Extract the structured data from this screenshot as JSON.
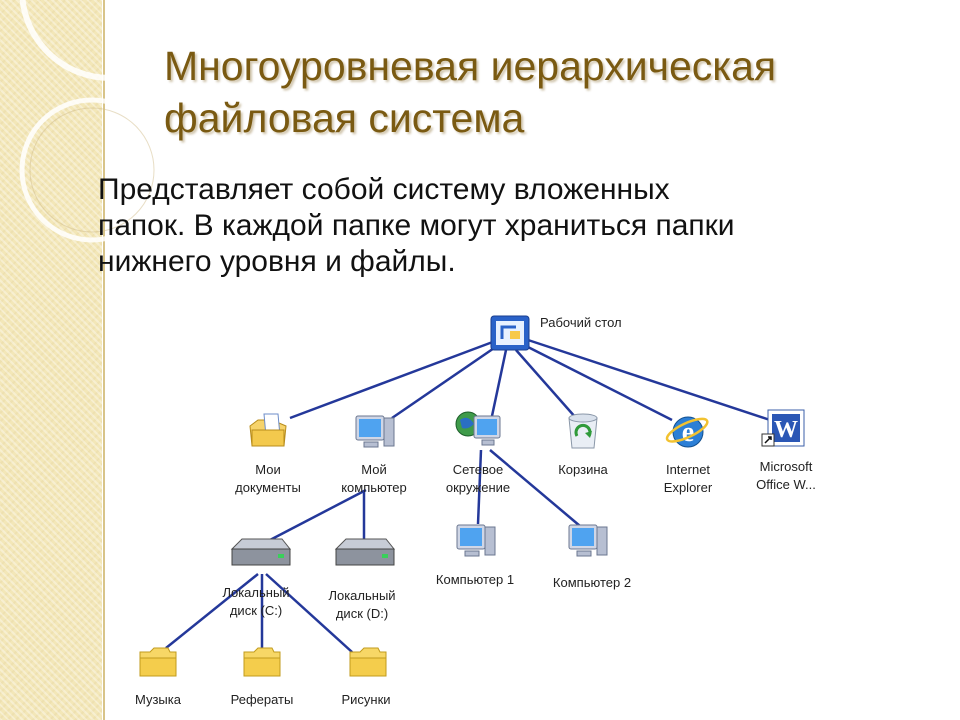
{
  "slide": {
    "title_lines": [
      "Многоуровневая иерархическая",
      "файловая система"
    ],
    "body_lines": [
      "Представляет собой систему вложенных",
      "папок. В каждой папке могут храниться папки",
      "нижнего уровня и файлы."
    ]
  },
  "tree": {
    "root": {
      "id": "desktop",
      "label": [
        "Рабочий стол"
      ],
      "icon": "desktop-icon"
    },
    "nodes": [
      {
        "id": "my-docs",
        "parent": "desktop",
        "label": [
          "Мои",
          "документы"
        ],
        "icon": "documents-folder-icon"
      },
      {
        "id": "my-computer",
        "parent": "desktop",
        "label": [
          "Мой",
          "компьютер"
        ],
        "icon": "computer-icon"
      },
      {
        "id": "network",
        "parent": "desktop",
        "label": [
          "Сетевое",
          "окружение"
        ],
        "icon": "network-icon"
      },
      {
        "id": "recycle",
        "parent": "desktop",
        "label": [
          "Корзина"
        ],
        "icon": "recycle-bin-icon"
      },
      {
        "id": "ie",
        "parent": "desktop",
        "label": [
          "Internet",
          "Explorer"
        ],
        "icon": "internet-explorer-icon"
      },
      {
        "id": "word",
        "parent": "desktop",
        "label": [
          "Microsoft",
          "Office W..."
        ],
        "icon": "word-shortcut-icon"
      },
      {
        "id": "disk-c",
        "parent": "my-computer",
        "label": [
          "Локальный",
          "диск (C:)"
        ],
        "icon": "hard-disk-icon"
      },
      {
        "id": "disk-d",
        "parent": "my-computer",
        "label": [
          "Локальный",
          "диск (D:)"
        ],
        "icon": "hard-disk-icon"
      },
      {
        "id": "comp1",
        "parent": "network",
        "label": [
          "Компьютер 1"
        ],
        "icon": "computer-icon"
      },
      {
        "id": "comp2",
        "parent": "network",
        "label": [
          "Компьютер 2"
        ],
        "icon": "computer-icon"
      },
      {
        "id": "music",
        "parent": "disk-c",
        "label": [
          "Музыка"
        ],
        "icon": "folder-icon"
      },
      {
        "id": "essays",
        "parent": "disk-c",
        "label": [
          "Рефераты"
        ],
        "icon": "folder-icon"
      },
      {
        "id": "pictures",
        "parent": "disk-c",
        "label": [
          "Рисунки"
        ],
        "icon": "folder-icon"
      }
    ]
  },
  "colors": {
    "title": "#7a5a12",
    "connector": "#24389a",
    "strip": "#f3e7b8"
  }
}
